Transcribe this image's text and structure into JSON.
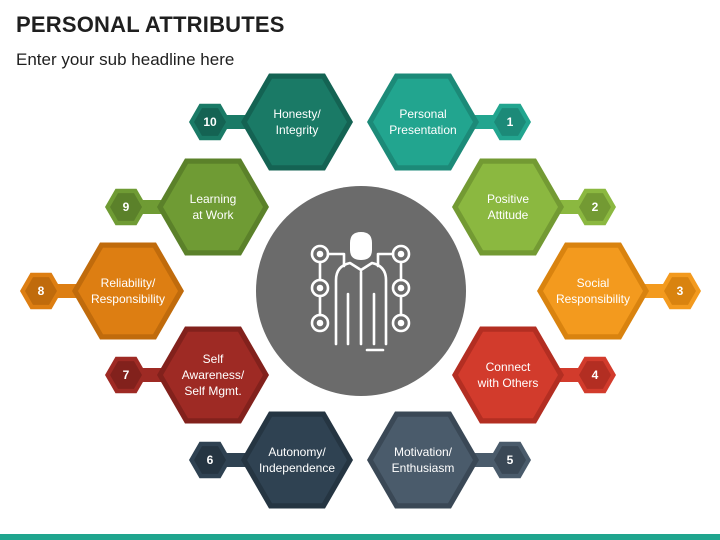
{
  "header": {
    "title": "PERSONAL ATTRIBUTES",
    "subtitle": "Enter your sub headline here"
  },
  "center": {
    "icon": "person-network-icon"
  },
  "attributes": [
    {
      "number": "1",
      "lines": [
        "Personal",
        "Presentation"
      ],
      "color": "#22a58f",
      "num_color": "#1c8a78"
    },
    {
      "number": "2",
      "lines": [
        "Positive",
        "Attitude"
      ],
      "color": "#8bb840",
      "num_color": "#739a33"
    },
    {
      "number": "3",
      "lines": [
        "Social",
        "Responsibility"
      ],
      "color": "#f39a1e",
      "num_color": "#d9830f"
    },
    {
      "number": "4",
      "lines": [
        "Connect",
        "with Others"
      ],
      "color": "#d23b2c",
      "num_color": "#b32e22"
    },
    {
      "number": "5",
      "lines": [
        "Motivation/",
        "Enthusiasm"
      ],
      "color": "#4a5b6b",
      "num_color": "#3a4856"
    },
    {
      "number": "6",
      "lines": [
        "Autonomy/",
        "Independence"
      ],
      "color": "#2f4252",
      "num_color": "#253542"
    },
    {
      "number": "7",
      "lines": [
        "Self",
        "Awareness/",
        "Self Mgmt."
      ],
      "color": "#9e2a24",
      "num_color": "#82211c"
    },
    {
      "number": "8",
      "lines": [
        "Reliability/",
        "Responsibility"
      ],
      "color": "#dd7e12",
      "num_color": "#c06b0c"
    },
    {
      "number": "9",
      "lines": [
        "Learning",
        "at Work"
      ],
      "color": "#6f9b34",
      "num_color": "#5b812a"
    },
    {
      "number": "10",
      "lines": [
        "Honesty/",
        "Integrity"
      ],
      "color": "#1a7a66",
      "num_color": "#146353"
    }
  ],
  "colors": {
    "center_circle": "#6b6b6b",
    "accent_bar": "#1fa58e"
  }
}
